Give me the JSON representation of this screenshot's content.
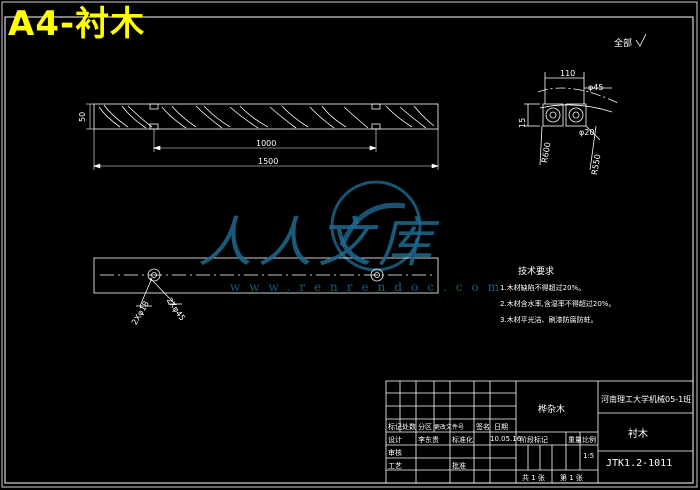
{
  "title": "A4-衬木",
  "watermark": {
    "cn": "人人文库",
    "url": "www.renrendoc.com"
  },
  "roughness": "全部",
  "dims": {
    "d50": "50",
    "d1000": "1000",
    "d1500": "1500",
    "d110": "110",
    "d45": "φ45",
    "d15": "15",
    "d20": "φ20",
    "r600": "R600",
    "r550": "R550",
    "hole1": "2Xφ18",
    "hole2": "2Xφ45"
  },
  "notes": {
    "heading": "技术要求",
    "items": [
      "1.木材缺陷不得超过20%。",
      "2.木材含水率,含湿率不得超过20%。",
      "3.木材平光洁、刷漆防腐防蛀。"
    ]
  },
  "title_block": {
    "material": "桦杂木",
    "school": "河南理工大学机械05-1班",
    "part_name": "衬木",
    "drawing_no": "JTK1.2-1011",
    "scale": "1:5",
    "date": "10.05.16",
    "row_labels": [
      "标记",
      "处数",
      "分区",
      "更改文件号",
      "签名",
      "日期"
    ],
    "designer_label": "设计",
    "designer_name": "李东贵",
    "std_label": "标准化",
    "check_label": "审核",
    "craft_label": "工艺",
    "approve_label": "批准",
    "stage_label": "阶段标记",
    "weight_label": "重量",
    "scale_label": "比例",
    "sheet_total": "共 1 张",
    "sheet_no": "第 1 张"
  }
}
